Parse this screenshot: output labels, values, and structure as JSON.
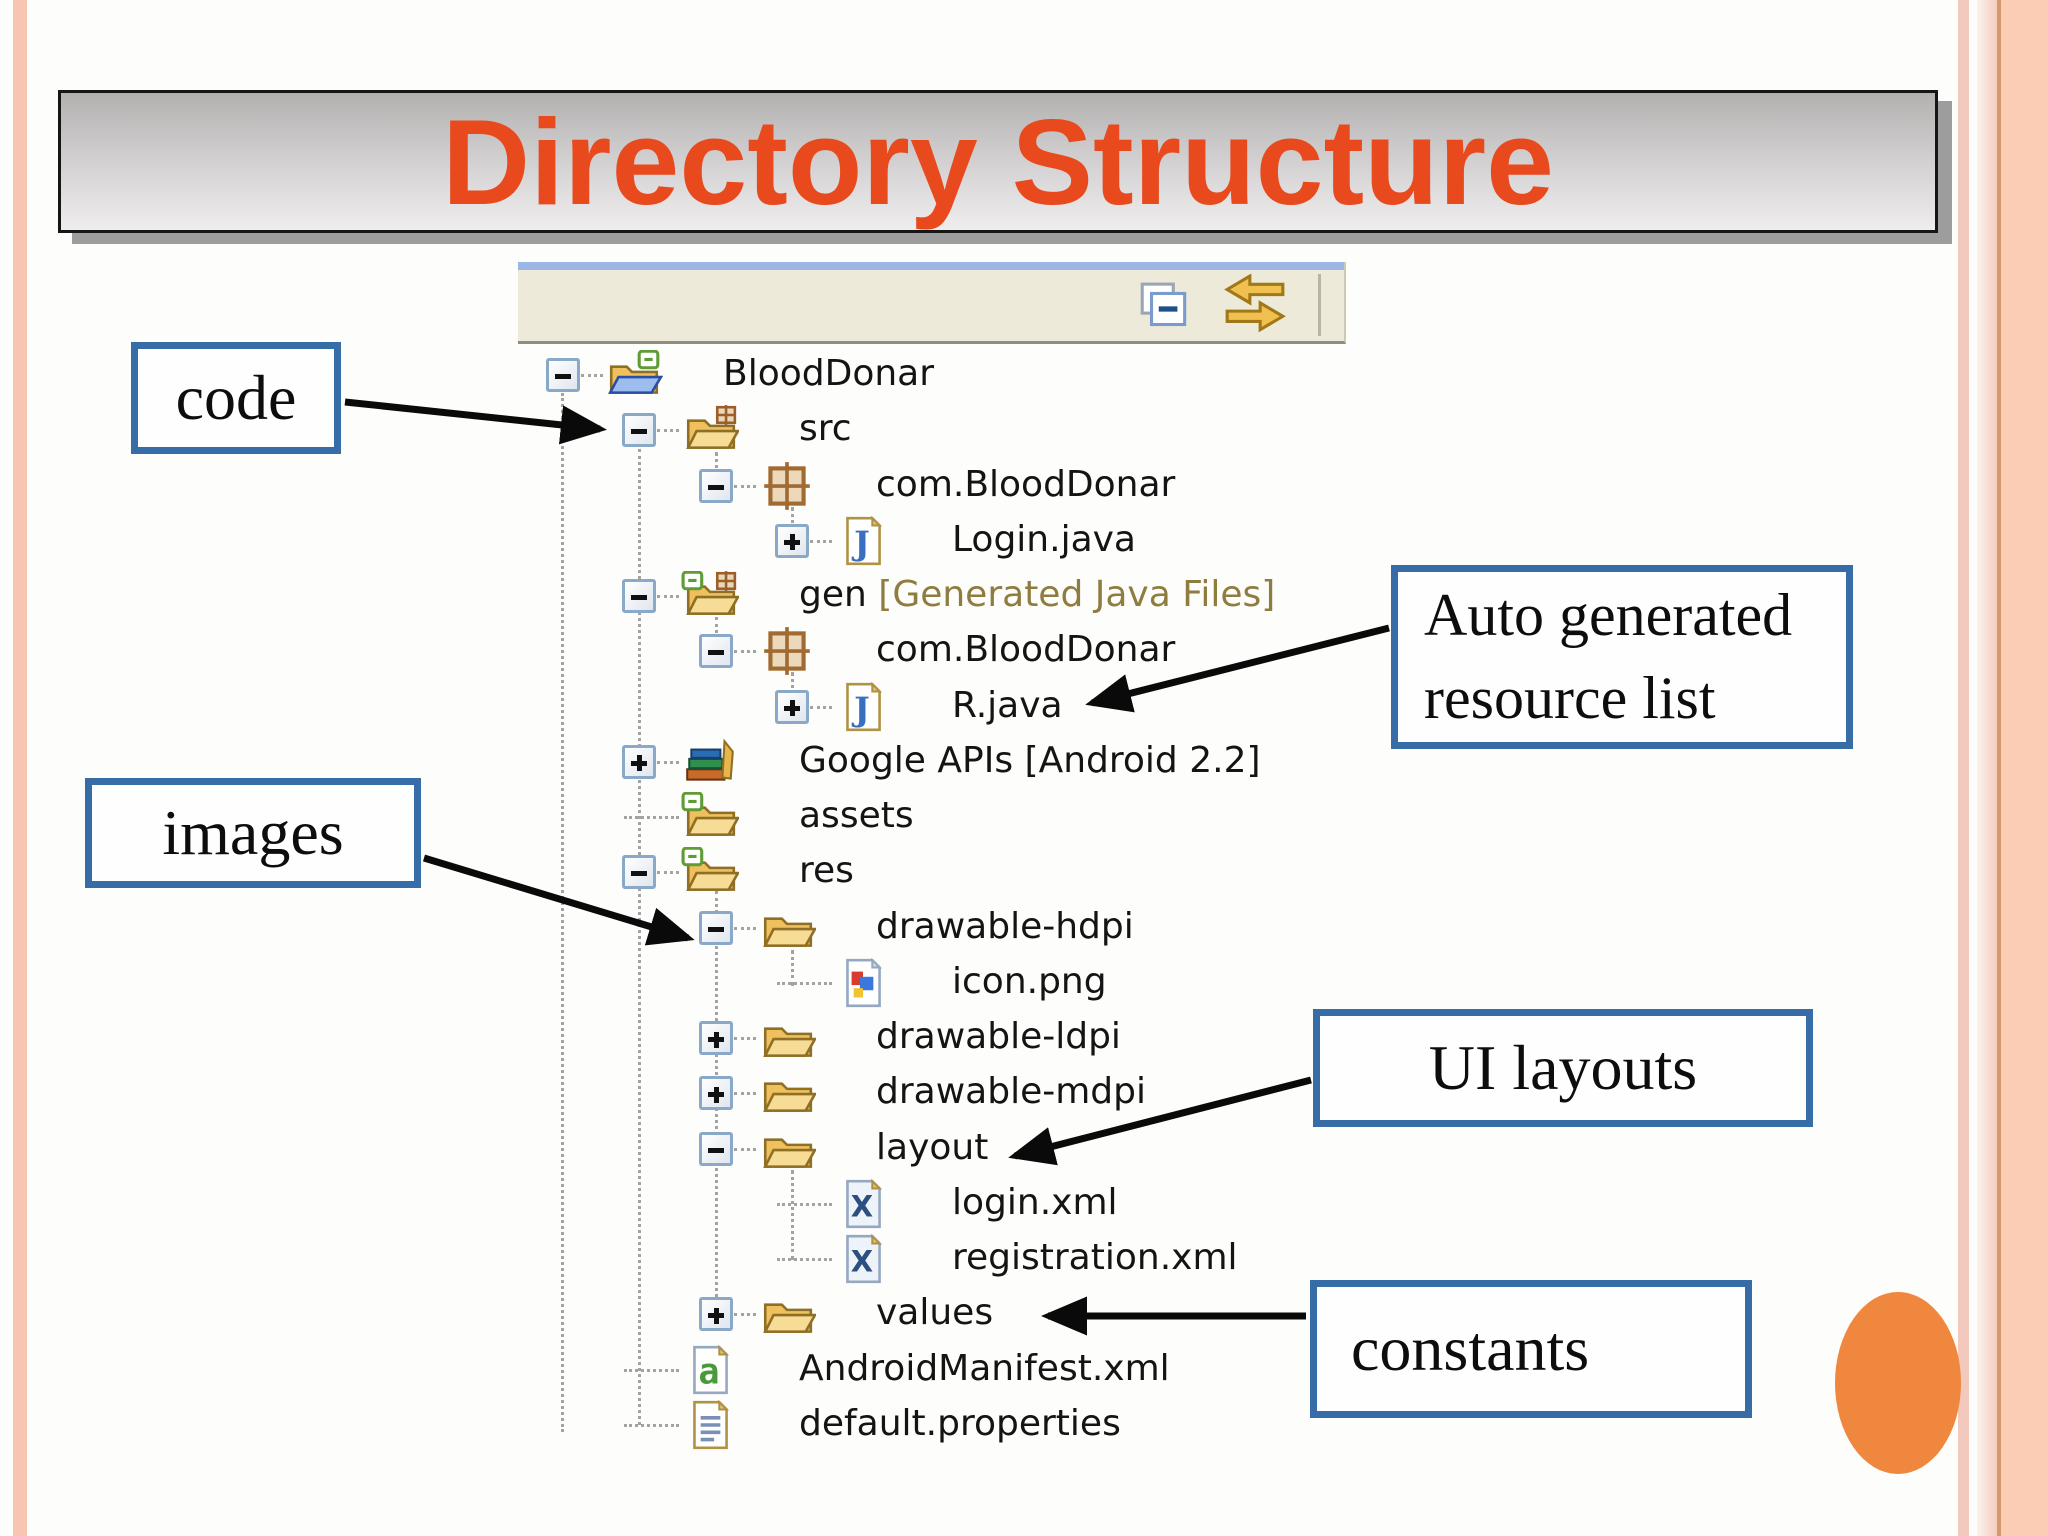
{
  "slide": {
    "title": "Directory Structure"
  },
  "explorer": {
    "toolbar": {
      "icons": [
        {
          "name": "collapse-all"
        },
        {
          "name": "link-with-editor"
        }
      ]
    },
    "tree": [
      {
        "label": "BloodDonar",
        "level": 0,
        "toggle": "minus",
        "icon": "project-folder"
      },
      {
        "label": "src",
        "level": 1,
        "toggle": "minus",
        "icon": "source-folder"
      },
      {
        "label": "com.BloodDonar",
        "level": 2,
        "toggle": "minus",
        "icon": "package"
      },
      {
        "label": "Login.java",
        "level": 3,
        "toggle": "plus",
        "icon": "java-file"
      },
      {
        "label": "gen",
        "suffix": " [Generated Java Files]",
        "level": 1,
        "toggle": "minus",
        "icon": "gen-folder"
      },
      {
        "label": "com.BloodDonar",
        "level": 2,
        "toggle": "minus",
        "icon": "package"
      },
      {
        "label": "R.java",
        "level": 3,
        "toggle": "plus",
        "icon": "java-file"
      },
      {
        "label": "Google APIs [Android 2.2]",
        "level": 1,
        "toggle": "plus",
        "icon": "library"
      },
      {
        "label": "assets",
        "level": 1,
        "toggle": "none",
        "icon": "badged-folder"
      },
      {
        "label": "res",
        "level": 1,
        "toggle": "minus",
        "icon": "badged-folder"
      },
      {
        "label": "drawable-hdpi",
        "level": 2,
        "toggle": "minus",
        "icon": "folder"
      },
      {
        "label": "icon.png",
        "level": 3,
        "toggle": "none",
        "icon": "image-file"
      },
      {
        "label": "drawable-ldpi",
        "level": 2,
        "toggle": "plus",
        "icon": "folder"
      },
      {
        "label": "drawable-mdpi",
        "level": 2,
        "toggle": "plus",
        "icon": "folder"
      },
      {
        "label": "layout",
        "level": 2,
        "toggle": "minus",
        "icon": "folder"
      },
      {
        "label": "login.xml",
        "level": 3,
        "toggle": "none",
        "icon": "xml-file"
      },
      {
        "label": "registration.xml",
        "level": 3,
        "toggle": "none",
        "icon": "xml-file"
      },
      {
        "label": "values",
        "level": 2,
        "toggle": "plus",
        "icon": "folder"
      },
      {
        "label": "AndroidManifest.xml",
        "level": 1,
        "toggle": "none",
        "icon": "manifest-file"
      },
      {
        "label": "default.properties",
        "level": 1,
        "toggle": "none",
        "icon": "properties-file"
      }
    ]
  },
  "callouts": {
    "code": {
      "label": "code"
    },
    "images": {
      "label": "images"
    },
    "auto": {
      "line1": "Auto generated",
      "line2": "resource list"
    },
    "ui": {
      "label": "UI layouts"
    },
    "constants": {
      "label": "constants"
    }
  },
  "colors": {
    "title": "#E8491D",
    "callout_border": "#376DA6",
    "circle": "#F0873F",
    "suffix": "#8F7C3F"
  }
}
